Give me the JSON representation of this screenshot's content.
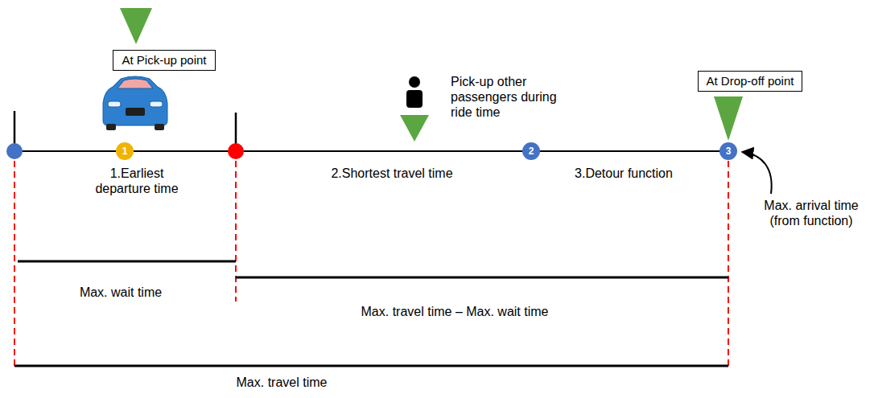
{
  "diagram": {
    "nodes": [
      {
        "text": [
          "At Pick-up point"
        ]
      },
      {
        "text": [
          "1"
        ]
      },
      {
        "text": [
          "2"
        ]
      },
      {
        "text": [
          "3"
        ]
      },
      {
        "text": [
          "At Drop-off point"
        ]
      }
    ],
    "edges": [
      {
        "from": 1,
        "to": 2,
        "arrow": "none"
      },
      {
        "from": 2,
        "to": 3,
        "arrow": "none"
      }
    ],
    "labels": [
      "1.Earliest departure time",
      "Pick-up other passengers during ride time",
      "2.Shortest travel time",
      "3.Detour function",
      "Max. arrival time (from function)",
      "Max. wait time",
      "Max. travel time – Max. wait time",
      "Max. travel time"
    ]
  }
}
